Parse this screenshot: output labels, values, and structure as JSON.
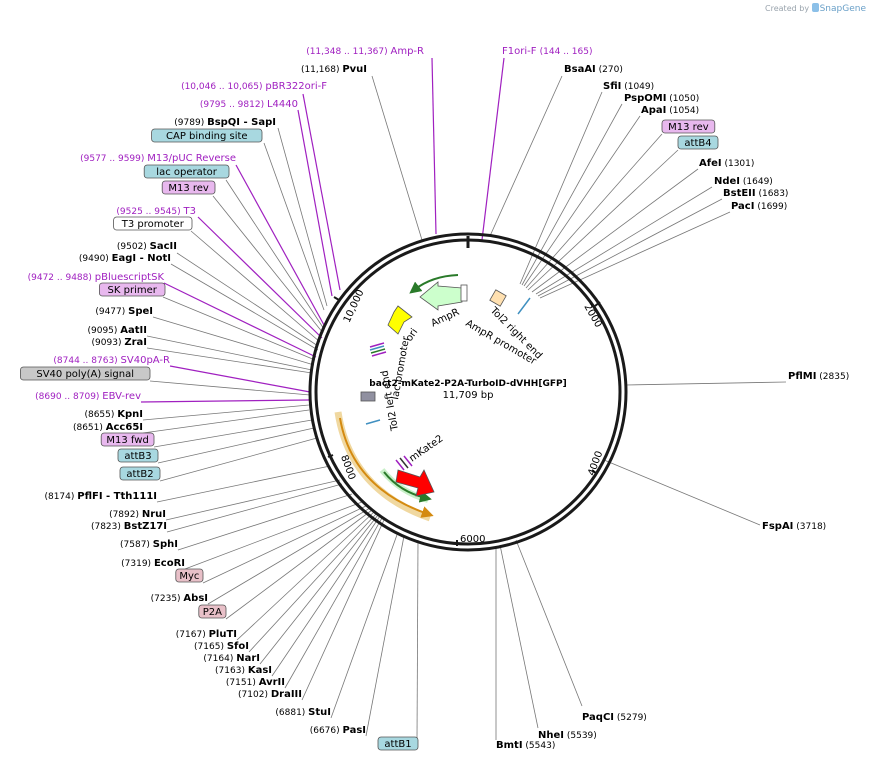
{
  "brand": {
    "created_by": "Created by",
    "name": "SnapGene"
  },
  "plasmid": {
    "name": "bact2-mKate2-P2A-TurboID-dVHH[GFP]",
    "length": "11,709 bp"
  },
  "ticks": [
    "2000",
    "4000",
    "6000",
    "8000",
    "10,000"
  ],
  "colors": {
    "purple": "#a020c0",
    "line": "#777777",
    "ring": "#1a1a1a"
  },
  "labels": [
    {
      "pos": "(11,348 .. 11,367)",
      "name": "Amp-R",
      "kind": "primer"
    },
    {
      "pos": "(11,168)",
      "name": "PvuI",
      "kind": "enzyme"
    },
    {
      "pos": "(10,046 .. 10,065)",
      "name": "pBR322ori-F",
      "kind": "primer"
    },
    {
      "pos": "(9795 .. 9812)",
      "name": "L4440",
      "kind": "primer"
    },
    {
      "pos": "(9789)",
      "name": "BspQI",
      "name2": "SapI",
      "kind": "enzyme2"
    },
    {
      "name": "CAP binding site",
      "kind": "box",
      "fill": "#a8d8e0"
    },
    {
      "pos": "(9577 .. 9599)",
      "name": "M13/pUC Reverse",
      "kind": "primer"
    },
    {
      "name": "lac operator",
      "kind": "box",
      "fill": "#a8d8e0"
    },
    {
      "name": "M13 rev",
      "kind": "box",
      "fill": "#e8b8ee"
    },
    {
      "pos": "(9525 .. 9545)",
      "name": "T3",
      "kind": "primer"
    },
    {
      "name": "T3 promoter",
      "kind": "box",
      "fill": "#ffffff"
    },
    {
      "pos": "(9502)",
      "name": "SacII",
      "kind": "enzyme"
    },
    {
      "pos": "(9490)",
      "name": "EagI",
      "name2": "NotI",
      "kind": "enzyme2"
    },
    {
      "pos": "(9472 .. 9488)",
      "name": "pBluescriptSK",
      "kind": "primer"
    },
    {
      "name": "SK primer",
      "kind": "box",
      "fill": "#e8b8ee"
    },
    {
      "pos": "(9477)",
      "name": "SpeI",
      "kind": "enzyme"
    },
    {
      "pos": "(9095)",
      "name": "AatII",
      "kind": "enzyme"
    },
    {
      "pos": "(9093)",
      "name": "ZraI",
      "kind": "enzyme"
    },
    {
      "pos": "(8744 .. 8763)",
      "name": "SV40pA-R",
      "kind": "primer"
    },
    {
      "name": "SV40 poly(A) signal",
      "kind": "box",
      "fill": "#c8c8c8"
    },
    {
      "pos": "(8690 .. 8709)",
      "name": "EBV-rev",
      "kind": "primer"
    },
    {
      "pos": "(8655)",
      "name": "KpnI",
      "kind": "enzyme"
    },
    {
      "pos": "(8651)",
      "name": "Acc65I",
      "kind": "enzyme"
    },
    {
      "name": "M13 fwd",
      "kind": "box",
      "fill": "#e8b8ee"
    },
    {
      "name": "attB3",
      "kind": "box",
      "fill": "#a8d8e0"
    },
    {
      "name": "attB2",
      "kind": "box",
      "fill": "#a8d8e0"
    },
    {
      "pos": "(8174)",
      "name": "PflFI",
      "name2": "Tth111I",
      "kind": "enzyme2"
    },
    {
      "pos": "(7892)",
      "name": "NruI",
      "kind": "enzyme"
    },
    {
      "pos": "(7823)",
      "name": "BstZ17I",
      "kind": "enzyme"
    },
    {
      "pos": "(7587)",
      "name": "SphI",
      "kind": "enzyme"
    },
    {
      "pos": "(7319)",
      "name": "EcoRI",
      "kind": "enzyme"
    },
    {
      "name": "Myc",
      "kind": "box",
      "fill": "#e8c0c8"
    },
    {
      "pos": "(7235)",
      "name": "AbsI",
      "kind": "enzyme"
    },
    {
      "name": "P2A",
      "kind": "box",
      "fill": "#e8c0c8"
    },
    {
      "pos": "(7167)",
      "name": "PluTI",
      "kind": "enzyme"
    },
    {
      "pos": "(7165)",
      "name": "SfoI",
      "kind": "enzyme"
    },
    {
      "pos": "(7164)",
      "name": "NarI",
      "kind": "enzyme"
    },
    {
      "pos": "(7163)",
      "name": "KasI",
      "kind": "enzyme"
    },
    {
      "pos": "(7151)",
      "name": "AvrII",
      "kind": "enzyme"
    },
    {
      "pos": "(7102)",
      "name": "DraIII",
      "kind": "enzyme"
    },
    {
      "pos": "(6881)",
      "name": "StuI",
      "kind": "enzyme"
    },
    {
      "pos": "(6676)",
      "name": "PasI",
      "kind": "enzyme"
    },
    {
      "name": "attB1",
      "kind": "box",
      "fill": "#a8d8e0"
    },
    {
      "name": "BmtI",
      "pos": "(5543)",
      "kind": "enzyme-r"
    },
    {
      "name": "NheI",
      "pos": "(5539)",
      "kind": "enzyme-r"
    },
    {
      "name": "PaqCI",
      "pos": "(5279)",
      "kind": "enzyme-r"
    },
    {
      "name": "FspAI",
      "pos": "(3718)",
      "kind": "enzyme-r"
    },
    {
      "name": "PflMI",
      "pos": "(2835)",
      "kind": "enzyme-r"
    },
    {
      "name": "PacI",
      "pos": "(1699)",
      "kind": "enzyme-r"
    },
    {
      "name": "BstEII",
      "pos": "(1683)",
      "kind": "enzyme-r"
    },
    {
      "name": "NdeI",
      "pos": "(1649)",
      "kind": "enzyme-r"
    },
    {
      "name": "AfeI",
      "pos": "(1301)",
      "kind": "enzyme-r"
    },
    {
      "name": "attB4",
      "kind": "box",
      "fill": "#a8d8e0"
    },
    {
      "name": "M13 rev",
      "kind": "box",
      "fill": "#e8b8ee"
    },
    {
      "name": "ApaI",
      "pos": "(1054)",
      "kind": "enzyme-r"
    },
    {
      "name": "PspOMI",
      "pos": "(1050)",
      "kind": "enzyme-r"
    },
    {
      "name": "SfiI",
      "pos": "(1049)",
      "kind": "enzyme-r"
    },
    {
      "name": "BsaAI",
      "pos": "(270)",
      "kind": "enzyme-r"
    },
    {
      "name": "F1ori-F",
      "pos": "(144 .. 165)",
      "kind": "primer-r"
    }
  ],
  "features": [
    {
      "name": "ori",
      "color": "#ffff00"
    },
    {
      "name": "AmpR",
      "color": "#ccffcc"
    },
    {
      "name": "AmpR promoter",
      "color": "#ffffff"
    },
    {
      "name": "Tol2 right end",
      "color": "#ffe0b0"
    },
    {
      "name": "Tol2 left end",
      "color": "#ffe0b0"
    },
    {
      "name": "lac promoter",
      "color": "#ffffff"
    },
    {
      "name": "mKate2",
      "color": "#ff0000"
    }
  ]
}
